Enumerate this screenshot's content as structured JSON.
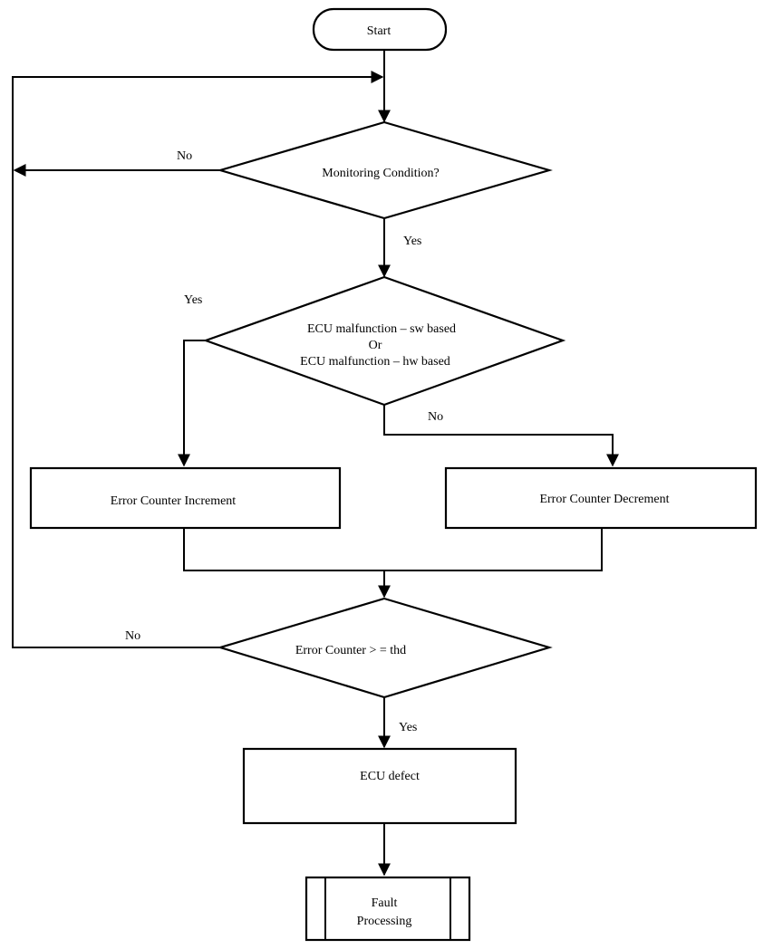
{
  "flowchart": {
    "start": "Start",
    "monitoring_condition": "Monitoring Condition?",
    "monitoring_no": "No",
    "monitoring_yes": "Yes",
    "malfunction_line1": "ECU malfunction – sw based",
    "malfunction_line2": "Or",
    "malfunction_line3": "ECU malfunction – hw based",
    "malfunction_yes": "Yes",
    "malfunction_no": "No",
    "increment": "Error Counter Increment",
    "decrement": "Error Counter Decrement",
    "threshold_condition": "Error Counter > = thd",
    "threshold_no": "No",
    "threshold_yes": "Yes",
    "defect": "ECU defect",
    "fault_line1": "Fault",
    "fault_line2": "Processing"
  },
  "colors": {
    "stroke": "#000000",
    "background": "#ffffff"
  }
}
